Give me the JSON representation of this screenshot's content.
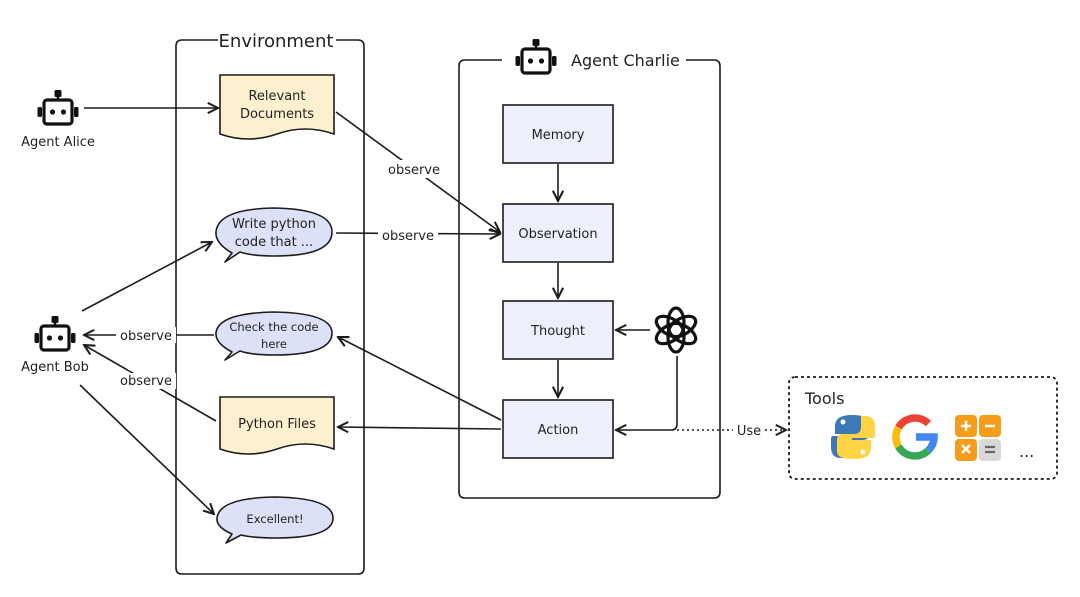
{
  "environment": {
    "title": "Environment",
    "items": [
      {
        "id": "relevant-documents",
        "kind": "document",
        "lines": [
          "Relevant",
          "Documents"
        ]
      },
      {
        "id": "write-python",
        "kind": "bubble",
        "lines": [
          "Write python",
          "code that ..."
        ]
      },
      {
        "id": "check-code",
        "kind": "bubble",
        "lines": [
          "Check the code",
          "here"
        ]
      },
      {
        "id": "python-files",
        "kind": "document",
        "lines": [
          "Python Files"
        ]
      },
      {
        "id": "excellent",
        "kind": "bubble",
        "lines": [
          "Excellent!"
        ]
      }
    ]
  },
  "agents": {
    "alice": "Agent Alice",
    "bob": "Agent Bob",
    "charlie": "Agent Charlie"
  },
  "charlie_steps": [
    "Memory",
    "Observation",
    "Thought",
    "Action"
  ],
  "edge_labels": {
    "observe": "observe",
    "use": "Use"
  },
  "tools": {
    "title": "Tools",
    "icons": [
      "python-icon",
      "google-icon",
      "calculator-icon"
    ],
    "more": "..."
  },
  "colors": {
    "document_fill": "#fdf0cf",
    "bubble_fill": "#dde1f7",
    "step_fill": "#edf0fb",
    "stroke": "#1c1c1c"
  }
}
